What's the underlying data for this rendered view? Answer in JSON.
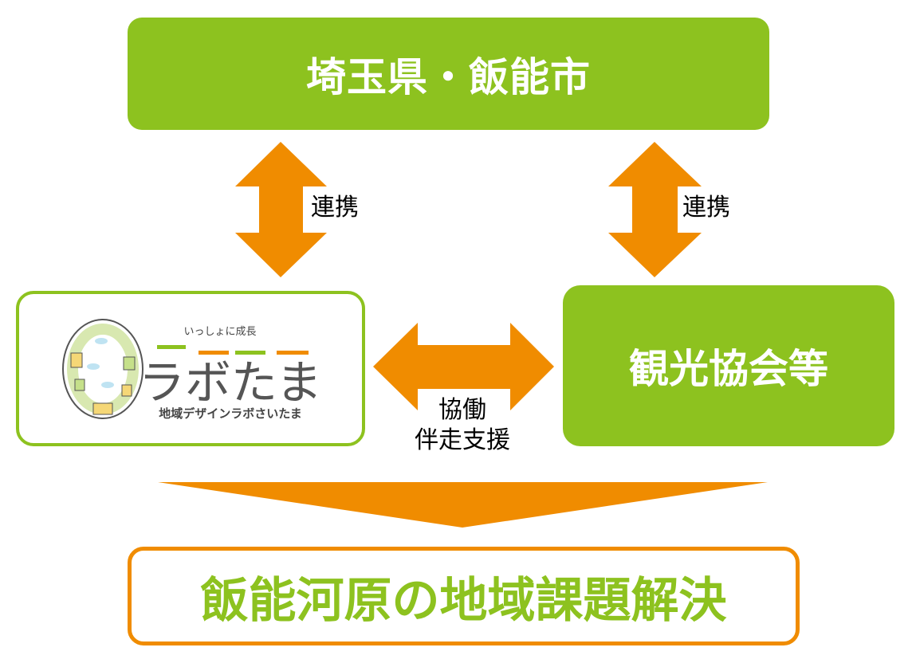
{
  "top_box": {
    "label": "埼玉県・飯能市"
  },
  "right_box": {
    "label": "観光協会等"
  },
  "left_box": {
    "logo": {
      "tagline": "いっしょに成長",
      "name": "ラボたま",
      "subtitle": "地域デザインラボさいたま"
    }
  },
  "arrows": {
    "left_label": "連携",
    "right_label": "連携",
    "center_label_1": "協働",
    "center_label_2": "伴走支援"
  },
  "bottom_box": {
    "label": "飯能河原の地域課題解決"
  },
  "colors": {
    "green": "#8dc21f",
    "orange": "#f08c00"
  }
}
